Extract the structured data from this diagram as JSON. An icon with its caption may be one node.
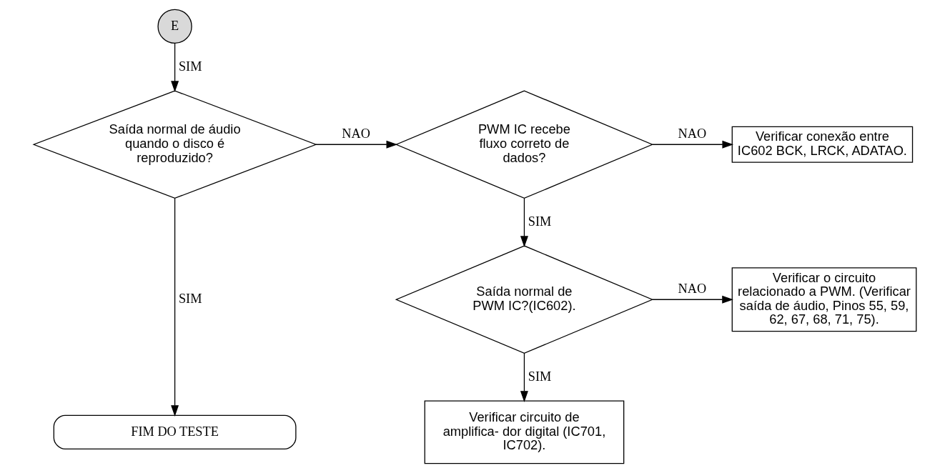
{
  "diagram": {
    "nodes": [
      {
        "text": [
          "E"
        ]
      },
      {
        "text": [
          "Saída normal de áudio quando o disco é reproduzido?"
        ]
      },
      {
        "text": [
          "PWM IC recebe fluxo correto de dados?"
        ]
      },
      {
        "text": [
          "Verificar conexão entre IC602 BCK, LRCK, ADATAO."
        ]
      },
      {
        "text": [
          "Saída normal de PWM IC?(IC602)."
        ]
      },
      {
        "text": [
          "Verificar o circuito relacionado a PWM. (Verificar saída de áudio, Pinos 55, 59, 62, 67, 68, 71, 75)."
        ]
      },
      {
        "text": [
          "Verificar circuito de amplifica- dor digital (IC701, IC702)."
        ]
      },
      {
        "text": [
          "FIM DO TESTE"
        ]
      }
    ],
    "edges": [
      {
        "from": 0,
        "to": 1,
        "arrow": "to",
        "label": "SIM"
      },
      {
        "from": 1,
        "to": 2,
        "arrow": "to",
        "label": "NAO"
      },
      {
        "from": 2,
        "to": 3,
        "arrow": "to",
        "label": "NAO"
      },
      {
        "from": 2,
        "to": 4,
        "arrow": "to",
        "label": "SIM"
      },
      {
        "from": 4,
        "to": 5,
        "arrow": "to",
        "label": "NAO"
      },
      {
        "from": 4,
        "to": 6,
        "arrow": "to",
        "label": "SIM"
      },
      {
        "from": 1,
        "to": 7,
        "arrow": "to",
        "label": "SIM"
      }
    ]
  }
}
